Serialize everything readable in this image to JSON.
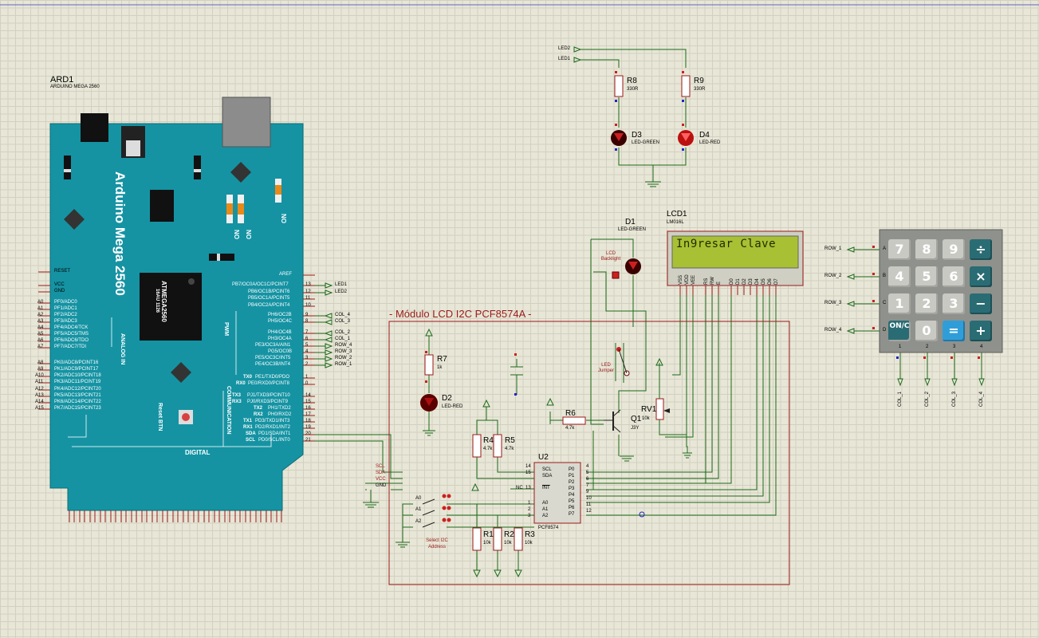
{
  "arduino": {
    "ref": "ARD1",
    "model_label": "ARDUINO MEGA 2560",
    "board_title": "Arduino Mega 2560",
    "chip_label": "ATMEGA2560",
    "chip_sub": "16AU 1126",
    "on1": "ON",
    "on2": "ON",
    "on3": "ON",
    "reset_btn": "Reset BTN",
    "section_analog": "ANALOG IN",
    "section_digital": "DIGITAL",
    "section_pwm": "PWM",
    "section_comm": "COMMUNICATION",
    "left_power": [
      "RESET",
      "VCC",
      "GND"
    ],
    "left_analog_pins": [
      "A0",
      "A1",
      "A2",
      "A3",
      "A4",
      "A5",
      "A6",
      "A7",
      "A8",
      "A9",
      "A10",
      "A11",
      "A12",
      "A13",
      "A14",
      "A15"
    ],
    "left_analog_names": [
      "PF0/ADC0",
      "PF1/ADC1",
      "PF2/ADC2",
      "PF3/ADC3",
      "PF4/ADC4/TCK",
      "PF5/ADC5/TMS",
      "PF6/ADC6/TDO",
      "PF7/ADC7/TDI",
      "PK0/ADC8/PCINT16",
      "PK1/ADC9/PCINT17",
      "PK2/ADC10/PCINT18",
      "PK3/ADC11/PCINT19",
      "PK4/ADC12/PCINT20",
      "PK5/ADC13/PCINT21",
      "PK6/ADC14/PCINT22",
      "PK7/ADC15/PCINT23"
    ],
    "aref": "AREF",
    "pwm_pins": [
      "13",
      "12",
      "11",
      "10",
      "9",
      "8",
      "7",
      "6",
      "5",
      "4",
      "3",
      "2"
    ],
    "pwm_names": [
      "PB7/OC0A/OC1C/PCINT7",
      "PB6/OC1B/PCINT6",
      "PB5/OC1A/PCINT5",
      "PB4/OC2A/PCINT4",
      "PH6/OC2B",
      "PH5/OC4C",
      "PH4/OC4B",
      "PH3/OC4A",
      "PE3/OC3A/AIN1",
      "PG5/OC0B",
      "PE5/OC3C/INT5",
      "PE4/OC3B/INT4"
    ],
    "comm_pins": [
      "1",
      "0",
      "14",
      "15",
      "16",
      "17",
      "18",
      "19",
      "20",
      "21"
    ],
    "comm_names": [
      "PE1/TXD0/PDO",
      "PE0/RXD0/PCINT8",
      "PJ1/TXD3/PCINT10",
      "PJ0/RXD3/PCINT9",
      "PH1/TXD2",
      "PH0/RXD2",
      "PD3/TXD1/INT3",
      "PD2/RXD1/INT2",
      "PD1/SDA/INT1",
      "PD0/SCL/INT0"
    ],
    "comm_labels": [
      "TX0",
      "RX0",
      "TX3",
      "RX3",
      "TX2",
      "RX2",
      "TX1",
      "RX1",
      "SDA",
      "SCL"
    ],
    "net_labels": [
      "LED1",
      "LED2",
      "COL_4",
      "COL_3",
      "COL_2",
      "COL_1",
      "ROW_4",
      "ROW_3",
      "ROW_2",
      "ROW_1"
    ]
  },
  "leds_top": {
    "net1": "LED2",
    "net2": "LED1",
    "r8": "R8",
    "r8_val": "330R",
    "r9": "R9",
    "r9_val": "330R",
    "d3": "D3",
    "d3_val": "LED-GREEN",
    "d4": "D4",
    "d4_val": "LED-RED"
  },
  "lcd": {
    "ref": "LCD1",
    "model": "LM016L",
    "text": "In9resar Clave",
    "pins": [
      "VSS",
      "VDD",
      "VEE",
      "RS",
      "RW",
      "E",
      "D0",
      "D1",
      "D2",
      "D3",
      "D4",
      "D5",
      "D6",
      "D7"
    ],
    "d1": "D1",
    "d1_val": "LED-GREEN",
    "backlight": "LCD Backlight",
    "jumper": "LED Jumper",
    "rv1": "RV1",
    "rv1_val": "10k",
    "q1": "Q1",
    "q1_val": "J3Y",
    "r6": "R6",
    "r6_val": "4.7k"
  },
  "module": {
    "title": "- Módulo LCD I2C PCF8574A -",
    "r7": "R7",
    "r7_val": "1k",
    "d2": "D2",
    "d2_val": "LED-RED",
    "r4": "R4",
    "r4_val": "4.7k",
    "r5": "R5",
    "r5_val": "4.7k",
    "u2": "U2",
    "u2_model": "PCF8574",
    "u2_left": [
      "SCL",
      "SDA",
      "INT",
      "A0",
      "A1",
      "A2"
    ],
    "u2_left_pins": [
      "14",
      "15",
      "13",
      "1",
      "2",
      "3"
    ],
    "u2_right": [
      "P0",
      "P1",
      "P2",
      "P3",
      "P4",
      "P5",
      "P6",
      "P7"
    ],
    "u2_right_pins": [
      "4",
      "5",
      "6",
      "7",
      "9",
      "10",
      "11",
      "12"
    ],
    "nc": "NC",
    "bus": [
      "SCL",
      "SDA",
      "VCC",
      "GND"
    ],
    "addr_switches": [
      "A0",
      "A1",
      "A2"
    ],
    "select": "Select I2C Address",
    "r1": "R1",
    "r1_val": "10k",
    "r2": "R2",
    "r2_val": "10k",
    "r3": "R3",
    "r3_val": "10k"
  },
  "keypad": {
    "rows": [
      [
        "7",
        "8",
        "9",
        "÷"
      ],
      [
        "4",
        "5",
        "6",
        "×"
      ],
      [
        "1",
        "2",
        "3",
        "−"
      ],
      [
        "ON/C",
        "0",
        "=",
        "+"
      ]
    ],
    "row_letters": [
      "A",
      "B",
      "C",
      "D"
    ],
    "col_numbers": [
      "1",
      "2",
      "3",
      "4"
    ],
    "row_nets": [
      "ROW_1",
      "ROW_2",
      "ROW_3",
      "ROW_4"
    ],
    "col_nets": [
      "COL_1",
      "COL_2",
      "COL_3",
      "COL_4"
    ]
  }
}
